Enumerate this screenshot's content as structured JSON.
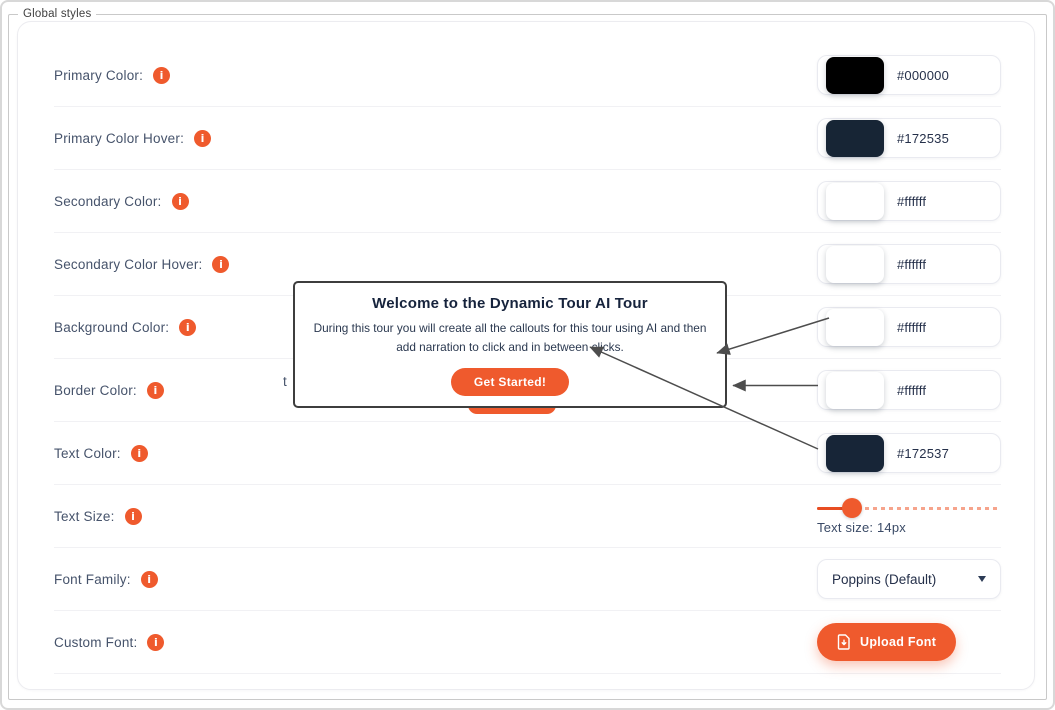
{
  "frame": {
    "legend": "Global styles"
  },
  "accent_color": "#EF5A2D",
  "icons": {
    "info_glyph": "i",
    "chevron_down": "caret-down-triangle",
    "upload": "file-upload"
  },
  "rows": [
    {
      "label": "Primary Color:",
      "type": "color",
      "value": "#000000",
      "swatch": "#000000"
    },
    {
      "label": "Primary Color Hover:",
      "type": "color",
      "value": "#172535",
      "swatch": "#172535"
    },
    {
      "label": "Secondary Color:",
      "type": "color",
      "value": "#ffffff",
      "swatch": "#ffffff"
    },
    {
      "label": "Secondary Color Hover:",
      "type": "color",
      "value": "#ffffff",
      "swatch": "#ffffff"
    },
    {
      "label": "Background Color:",
      "type": "color",
      "value": "#ffffff",
      "swatch": "#ffffff"
    },
    {
      "label": "Border Color:",
      "type": "color",
      "value": "#ffffff",
      "swatch": "#ffffff"
    },
    {
      "label": "Text Color:",
      "type": "color",
      "value": "#172537",
      "swatch": "#172537"
    },
    {
      "label": "Text Size:",
      "type": "slider",
      "caption": "Text size: 14px",
      "percent": 19
    },
    {
      "label": "Font Family:",
      "type": "select",
      "value": "Poppins (Default)"
    },
    {
      "label": "Custom Font:",
      "type": "button",
      "value": "Upload Font"
    }
  ],
  "modal": {
    "title": "Welcome to the Dynamic Tour AI Tour",
    "body": "During this tour you will create all the callouts for this tour using AI and then add narration to click and in between clicks.",
    "button": "Get Started!"
  },
  "occluded_fragment": "t"
}
